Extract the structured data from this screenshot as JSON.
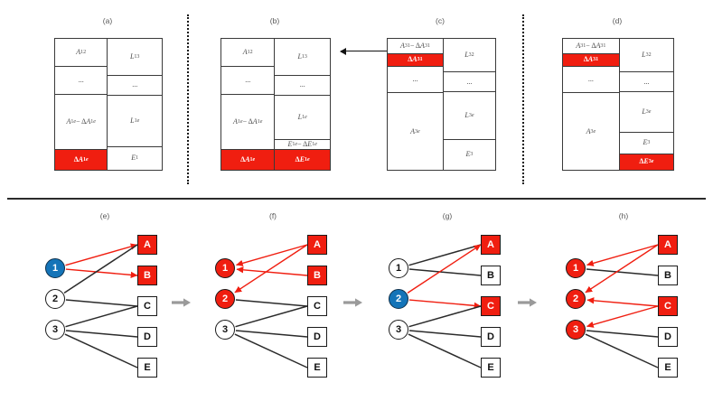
{
  "figure": {
    "top_panels": [
      {
        "id": "a",
        "label": "(a)",
        "left_cells": [
          {
            "text": "A₁₂",
            "html": "<span class='m'>A</span><sub>12</sub>",
            "red": false
          },
          {
            "text": "...",
            "html": "...",
            "red": false
          },
          {
            "text": "A₁ᵉ − ΔA₁ᵉ",
            "html": "<span class='m'>A</span><sub>1</sub><sup>e</sup> − Δ<span class='m'>A</span><sub>1</sub><sup>e</sup>",
            "red": false
          },
          {
            "text": "ΔA₁ᵉ",
            "html": "Δ<span class='m'>A</span><sub>1</sub><sup>e</sup>",
            "red": true
          }
        ],
        "right_cells": [
          {
            "text": "L₁₃",
            "html": "<span class='m'>L</span><sub>13</sub>",
            "red": false
          },
          {
            "text": "...",
            "html": "...",
            "red": false
          },
          {
            "text": "L₁ᵉ",
            "html": "<span class='m'>L</span><sub>1</sub><sup>e</sup>",
            "red": false
          },
          {
            "text": "E₁",
            "html": "<span class='m'>E</span><sub>1</sub>",
            "red": false
          }
        ]
      },
      {
        "id": "b",
        "label": "(b)",
        "left_cells": [
          {
            "text": "A₁₂",
            "html": "<span class='m'>A</span><sub>12</sub>",
            "red": false
          },
          {
            "text": "...",
            "html": "...",
            "red": false
          },
          {
            "text": "A₁ᵉ − ΔA₁ᵉ",
            "html": "<span class='m'>A</span><sub>1</sub><sup>e</sup> − Δ<span class='m'>A</span><sub>1</sub><sup>e</sup>",
            "red": false
          },
          {
            "text": "ΔA₁ᵉ",
            "html": "Δ<span class='m'>A</span><sub>1</sub><sup>e</sup>",
            "red": true
          }
        ],
        "right_cells": [
          {
            "text": "L₁₃",
            "html": "<span class='m'>L</span><sub>13</sub>",
            "red": false
          },
          {
            "text": "...",
            "html": "...",
            "red": false
          },
          {
            "text": "L₁ᵉ",
            "html": "<span class='m'>L</span><sub>1</sub><sup>e</sup>",
            "red": false
          },
          {
            "text": "E₁ᵉ − ΔE₁ᵉ",
            "html": "<span class='m'>E</span><sub>1</sub><sup>e</sup> − Δ<span class='m'>E</span><sub>1</sub><sup>e</sup>",
            "red": false
          },
          {
            "text": "ΔE₁ᵉ",
            "html": "Δ<span class='m'>E</span><sub>1</sub><sup>e</sup>",
            "red": true
          }
        ]
      },
      {
        "id": "c",
        "label": "(c)",
        "left_cells": [
          {
            "text": "A₃₁ − ΔA₃₁",
            "html": "<span class='m'>A</span><sub>31</sub> − Δ<span class='m'>A</span><sub>31</sub>",
            "red": false
          },
          {
            "text": "ΔA₃₁",
            "html": "Δ<span class='m'>A</span><sub>31</sub>",
            "red": true
          },
          {
            "text": "...",
            "html": "...",
            "red": false
          },
          {
            "text": "A₃ᵉ",
            "html": "<span class='m'>A</span><sub>3</sub><sup>e</sup>",
            "red": false
          }
        ],
        "right_cells": [
          {
            "text": "L₃₂",
            "html": "<span class='m'>L</span><sub>32</sub>",
            "red": false
          },
          {
            "text": "...",
            "html": "...",
            "red": false
          },
          {
            "text": "L₃ᵉ",
            "html": "<span class='m'>L</span><sub>3</sub><sup>e</sup>",
            "red": false
          },
          {
            "text": "E₃",
            "html": "<span class='m'>E</span><sub>3</sub>",
            "red": false
          }
        ]
      },
      {
        "id": "d",
        "label": "(d)",
        "left_cells": [
          {
            "text": "A₃₁ − ΔA₃₁",
            "html": "<span class='m'>A</span><sub>31</sub> − Δ<span class='m'>A</span><sub>31</sub>",
            "red": false
          },
          {
            "text": "ΔA₃₁",
            "html": "Δ<span class='m'>A</span><sub>31</sub>",
            "red": true
          },
          {
            "text": "...",
            "html": "...",
            "red": false
          },
          {
            "text": "A₃ᵉ",
            "html": "<span class='m'>A</span><sub>3</sub><sup>e</sup>",
            "red": false
          }
        ],
        "right_cells": [
          {
            "text": "L₃₂",
            "html": "<span class='m'>L</span><sub>32</sub>",
            "red": false
          },
          {
            "text": "...",
            "html": "...",
            "red": false
          },
          {
            "text": "L₃ᵉ",
            "html": "<span class='m'>L</span><sub>3</sub><sup>e</sup>",
            "red": false
          },
          {
            "text": "E₃",
            "html": "<span class='m'>E</span><sub>3</sub>",
            "red": false
          },
          {
            "text": "ΔE₃ᵉ",
            "html": "Δ<span class='m'>E</span><sub>3</sub><sup>e</sup>",
            "red": true
          }
        ]
      }
    ],
    "bottom_panels": [
      {
        "id": "e",
        "label": "(e)",
        "left_nodes": [
          {
            "label": "1",
            "state": "blue"
          },
          {
            "label": "2",
            "state": "plain"
          },
          {
            "label": "3",
            "state": "plain"
          }
        ],
        "right_nodes": [
          {
            "label": "A",
            "state": "red"
          },
          {
            "label": "B",
            "state": "red"
          },
          {
            "label": "C",
            "state": "plain"
          },
          {
            "label": "D",
            "state": "plain"
          },
          {
            "label": "E",
            "state": "plain"
          }
        ],
        "edges": [
          {
            "from": "1",
            "to": "A",
            "color": "red",
            "arrow": "to-right"
          },
          {
            "from": "1",
            "to": "B",
            "color": "red",
            "arrow": "to-right"
          },
          {
            "from": "2",
            "to": "A",
            "color": "black",
            "arrow": "none"
          },
          {
            "from": "2",
            "to": "C",
            "color": "black",
            "arrow": "none"
          },
          {
            "from": "3",
            "to": "C",
            "color": "black",
            "arrow": "none"
          },
          {
            "from": "3",
            "to": "D",
            "color": "black",
            "arrow": "none"
          },
          {
            "from": "3",
            "to": "E",
            "color": "black",
            "arrow": "none"
          }
        ]
      },
      {
        "id": "f",
        "label": "(f)",
        "left_nodes": [
          {
            "label": "1",
            "state": "red"
          },
          {
            "label": "2",
            "state": "red"
          },
          {
            "label": "3",
            "state": "plain"
          }
        ],
        "right_nodes": [
          {
            "label": "A",
            "state": "red"
          },
          {
            "label": "B",
            "state": "red"
          },
          {
            "label": "C",
            "state": "plain"
          },
          {
            "label": "D",
            "state": "plain"
          },
          {
            "label": "E",
            "state": "plain"
          }
        ],
        "edges": [
          {
            "from": "1",
            "to": "A",
            "color": "red",
            "arrow": "to-left"
          },
          {
            "from": "1",
            "to": "B",
            "color": "red",
            "arrow": "to-left"
          },
          {
            "from": "2",
            "to": "A",
            "color": "red",
            "arrow": "to-left"
          },
          {
            "from": "2",
            "to": "C",
            "color": "black",
            "arrow": "none"
          },
          {
            "from": "3",
            "to": "C",
            "color": "black",
            "arrow": "none"
          },
          {
            "from": "3",
            "to": "D",
            "color": "black",
            "arrow": "none"
          },
          {
            "from": "3",
            "to": "E",
            "color": "black",
            "arrow": "none"
          }
        ]
      },
      {
        "id": "g",
        "label": "(g)",
        "left_nodes": [
          {
            "label": "1",
            "state": "plain"
          },
          {
            "label": "2",
            "state": "blue"
          },
          {
            "label": "3",
            "state": "plain"
          }
        ],
        "right_nodes": [
          {
            "label": "A",
            "state": "red"
          },
          {
            "label": "B",
            "state": "plain"
          },
          {
            "label": "C",
            "state": "red"
          },
          {
            "label": "D",
            "state": "plain"
          },
          {
            "label": "E",
            "state": "plain"
          }
        ],
        "edges": [
          {
            "from": "1",
            "to": "A",
            "color": "black",
            "arrow": "none"
          },
          {
            "from": "1",
            "to": "B",
            "color": "black",
            "arrow": "none"
          },
          {
            "from": "2",
            "to": "A",
            "color": "red",
            "arrow": "to-right"
          },
          {
            "from": "2",
            "to": "C",
            "color": "red",
            "arrow": "to-right"
          },
          {
            "from": "3",
            "to": "C",
            "color": "black",
            "arrow": "none"
          },
          {
            "from": "3",
            "to": "D",
            "color": "black",
            "arrow": "none"
          },
          {
            "from": "3",
            "to": "E",
            "color": "black",
            "arrow": "none"
          }
        ]
      },
      {
        "id": "h",
        "label": "(h)",
        "left_nodes": [
          {
            "label": "1",
            "state": "red"
          },
          {
            "label": "2",
            "state": "red"
          },
          {
            "label": "3",
            "state": "red"
          }
        ],
        "right_nodes": [
          {
            "label": "A",
            "state": "red"
          },
          {
            "label": "B",
            "state": "plain"
          },
          {
            "label": "C",
            "state": "red"
          },
          {
            "label": "D",
            "state": "plain"
          },
          {
            "label": "E",
            "state": "plain"
          }
        ],
        "edges": [
          {
            "from": "1",
            "to": "A",
            "color": "red",
            "arrow": "to-left"
          },
          {
            "from": "1",
            "to": "B",
            "color": "black",
            "arrow": "none"
          },
          {
            "from": "2",
            "to": "A",
            "color": "red",
            "arrow": "to-left"
          },
          {
            "from": "2",
            "to": "C",
            "color": "red",
            "arrow": "to-left"
          },
          {
            "from": "3",
            "to": "C",
            "color": "red",
            "arrow": "to-left"
          },
          {
            "from": "3",
            "to": "D",
            "color": "black",
            "arrow": "none"
          },
          {
            "from": "3",
            "to": "E",
            "color": "black",
            "arrow": "none"
          }
        ]
      }
    ],
    "colors": {
      "highlight_red": "#f01e10",
      "active_blue": "#1474b8",
      "edge_black": "#2b2b2b",
      "step_arrow_gray": "#9a9a9a",
      "border": "#3a3a3a"
    }
  }
}
